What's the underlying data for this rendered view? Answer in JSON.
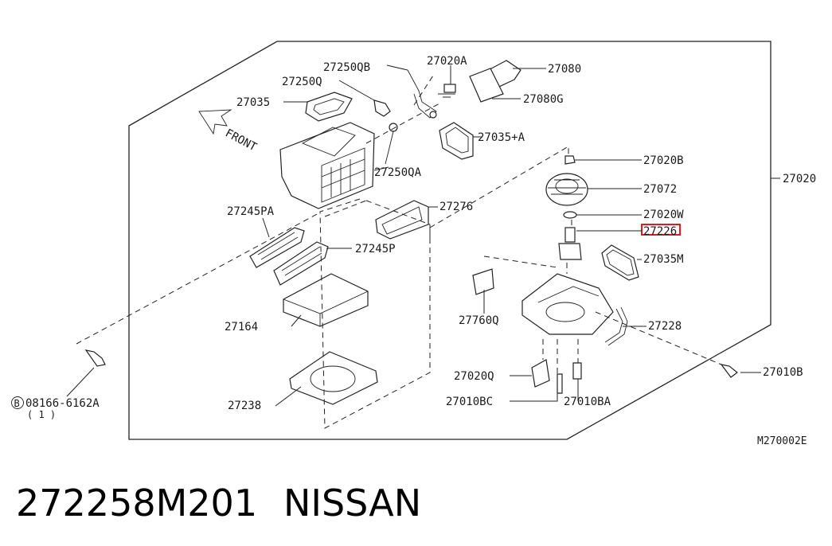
{
  "diagram": {
    "front_label": "FRONT",
    "figure_code": "M270002E",
    "caption": {
      "part_number": "272258M201",
      "brand": "NISSAN"
    },
    "bolt_callout": {
      "symbol": "B",
      "number": "08166-6162A",
      "qty": "( 1 )"
    },
    "highlight_color": "#e11b1b",
    "callouts": {
      "c27250qb": "27250QB",
      "c27020a": "27020A",
      "c27080": "27080",
      "c27250q": "27250Q",
      "c27035": "27035",
      "c27080g": "27080G",
      "c27035a": "27035+A",
      "c27250qa": "27250QA",
      "c27020b": "27020B",
      "c27020": "27020",
      "c27072": "27072",
      "c27020w": "27020W",
      "c27226": "27226",
      "c27276": "27276",
      "c27245pa": "27245PA",
      "c27245p": "27245P",
      "c27035m": "27035M",
      "c27760q": "27760Q",
      "c27228": "27228",
      "c27164": "27164",
      "c27020q": "27020Q",
      "c27010b": "27010B",
      "c27010bc": "27010BC",
      "c27010ba": "27010BA",
      "c27238": "27238"
    }
  }
}
